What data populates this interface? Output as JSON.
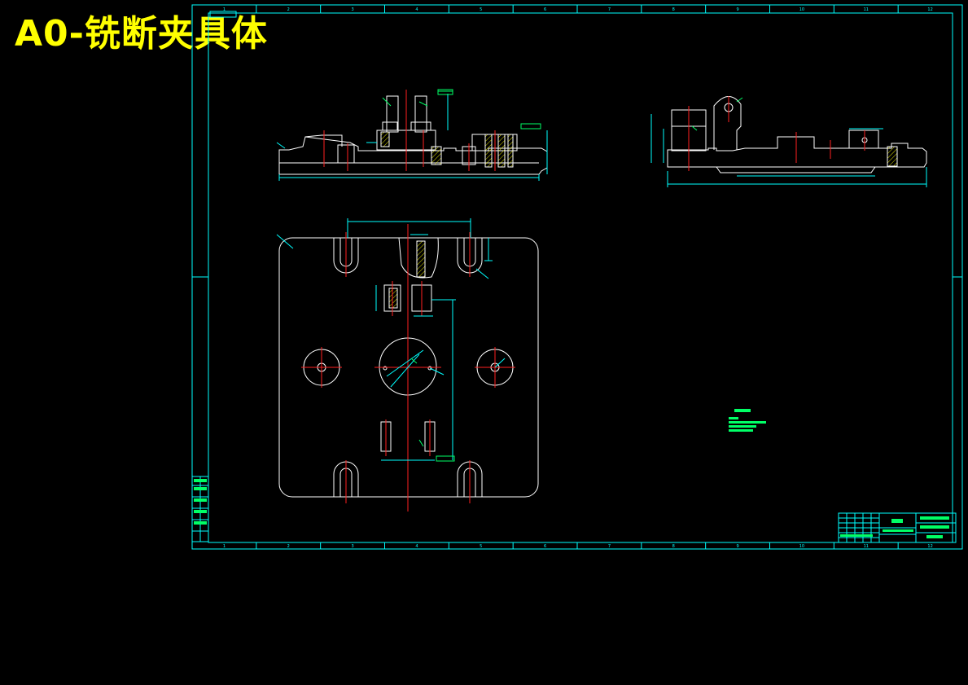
{
  "title": "A0-铣断夹具体",
  "colors": {
    "background": "#000000",
    "title": "#ffff00",
    "frame": "#00ffff",
    "outline": "#ffffff",
    "centerline": "#ff2020",
    "annotation": "#00ff66"
  },
  "border": {
    "top_zones": [
      "1",
      "2",
      "3",
      "4",
      "5",
      "6",
      "7",
      "8",
      "9",
      "10",
      "11",
      "12"
    ],
    "bottom_zones": [
      "1",
      "2",
      "3",
      "4",
      "5",
      "6",
      "7",
      "8",
      "9",
      "10",
      "11",
      "12"
    ]
  }
}
